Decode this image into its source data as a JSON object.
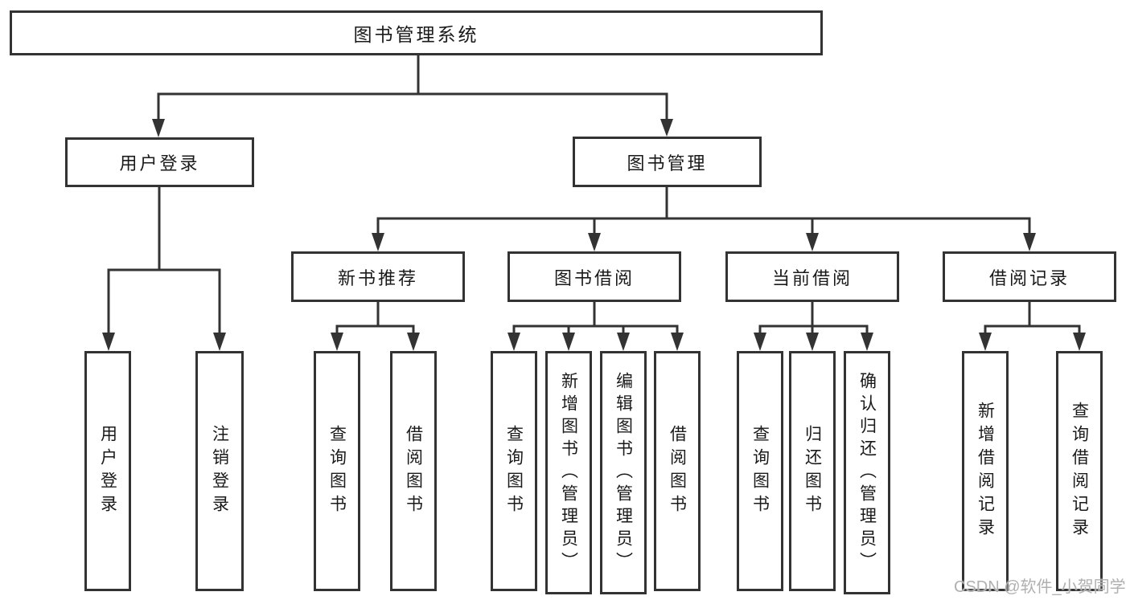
{
  "diagram": {
    "root": {
      "label": "图书管理系统",
      "children": [
        {
          "label": "用户登录",
          "children": [
            {
              "label": "用户登录"
            },
            {
              "label": "注销登录"
            }
          ]
        },
        {
          "label": "图书管理",
          "children": [
            {
              "label": "新书推荐",
              "children": [
                {
                  "label": "查询图书"
                },
                {
                  "label": "借阅图书"
                }
              ]
            },
            {
              "label": "图书借阅",
              "children": [
                {
                  "label": "查询图书"
                },
                {
                  "label": "新增图书（管理员）"
                },
                {
                  "label": "编辑图书（管理员）"
                },
                {
                  "label": "借阅图书"
                }
              ]
            },
            {
              "label": "当前借阅",
              "children": [
                {
                  "label": "查询图书"
                },
                {
                  "label": "归还图书"
                },
                {
                  "label": "确认归还（管理员）"
                }
              ]
            },
            {
              "label": "借阅记录",
              "children": [
                {
                  "label": "新增借阅记录"
                },
                {
                  "label": "查询借阅记录"
                }
              ]
            }
          ]
        }
      ]
    },
    "colors": {
      "line": "#333333",
      "box_border": "#333333",
      "box_fill": "#ffffff",
      "text": "#1a1a1a",
      "watermark": "#b0b0b0"
    }
  },
  "watermark": {
    "text": "CSDN @软件_小贺同学"
  }
}
